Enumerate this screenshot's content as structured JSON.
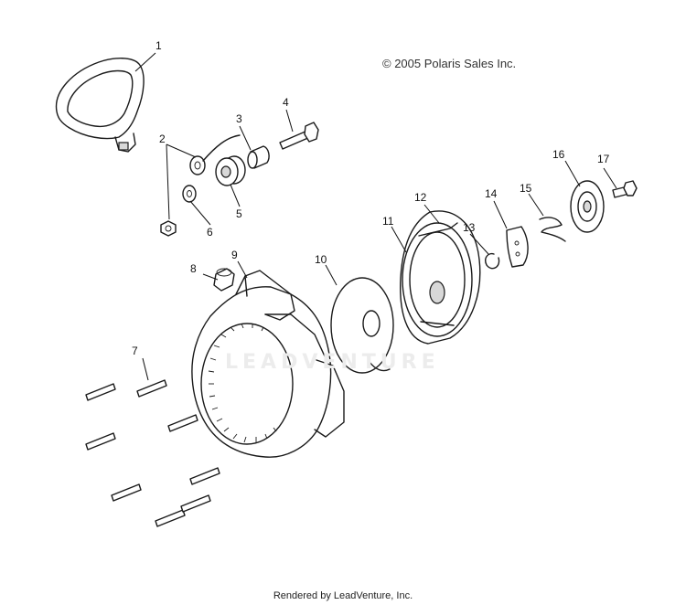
{
  "copyright": "© 2005 Polaris Sales Inc.",
  "footer": "Rendered by LeadVenture, Inc.",
  "watermark": "LEADVENTURE",
  "callouts": [
    "1",
    "2",
    "3",
    "4",
    "5",
    "6",
    "7",
    "8",
    "9",
    "10",
    "11",
    "12",
    "13",
    "14",
    "15",
    "16",
    "17"
  ]
}
